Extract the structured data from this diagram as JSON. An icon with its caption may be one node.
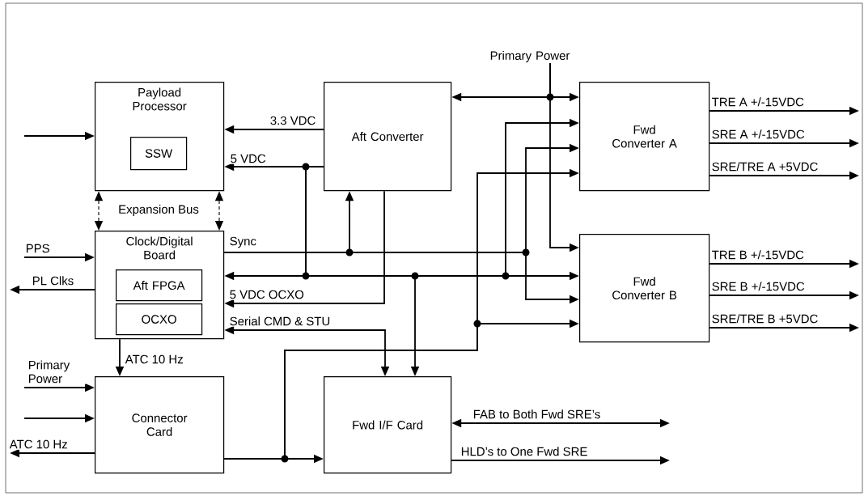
{
  "diagram": {
    "nodes": [
      {
        "text": [
          "Payload Processor"
        ]
      },
      {
        "text": [
          "SSW"
        ],
        "in": 0
      },
      {
        "text": [
          "Aft Converter"
        ]
      },
      {
        "text": [
          "Fwd Converter A"
        ]
      },
      {
        "text": [
          "Clock/Digital Board"
        ]
      },
      {
        "text": [
          "Aft FPGA"
        ],
        "in": 4
      },
      {
        "text": [
          "OCXO"
        ],
        "in": 4
      },
      {
        "text": [
          "Fwd Converter B"
        ]
      },
      {
        "text": [
          "Connector Card"
        ]
      },
      {
        "text": [
          "Fwd I/F Card"
        ]
      },
      {
        "text": [
          "Primary Power"
        ]
      }
    ],
    "edges": [
      {
        "from": null,
        "to": 0,
        "arrow": "to"
      },
      {
        "from": 0,
        "to": 4,
        "arrow": "both",
        "style": "dashed",
        "label": "Expansion Bus"
      },
      {
        "from": 0,
        "to": 4,
        "arrow": "both",
        "style": "dashed"
      },
      {
        "from": 2,
        "to": 0,
        "arrow": "to",
        "label": "3.3 VDC"
      },
      {
        "from": 2,
        "to": 0,
        "arrow": "to",
        "label": "5 VDC"
      },
      {
        "from": 2,
        "to": 4,
        "arrow": "to"
      },
      {
        "from": 2,
        "to": 3,
        "arrow": "to"
      },
      {
        "from": 2,
        "to": 7,
        "arrow": "to"
      },
      {
        "from": 2,
        "to": 9,
        "arrow": "to"
      },
      {
        "from": 10,
        "to": 2,
        "arrow": "to"
      },
      {
        "from": 10,
        "to": 3,
        "arrow": "to"
      },
      {
        "from": 10,
        "to": 7,
        "arrow": "to"
      },
      {
        "from": null,
        "to": 4,
        "arrow": "to",
        "label": "PPS"
      },
      {
        "from": 4,
        "to": null,
        "arrow": "to",
        "label": "PL Clks"
      },
      {
        "from": 4,
        "to": 2,
        "arrow": "to",
        "label": "Sync"
      },
      {
        "from": 4,
        "to": 3,
        "arrow": "to"
      },
      {
        "from": 4,
        "to": 7,
        "arrow": "to"
      },
      {
        "from": 2,
        "to": 4,
        "arrow": "to",
        "label": "5 VDC OCXO"
      },
      {
        "from": 4,
        "to": 9,
        "arrow": "both",
        "label": "Serial CMD & STU"
      },
      {
        "from": 4,
        "to": 8,
        "arrow": "to",
        "label": "ATC 10 Hz"
      },
      {
        "from": null,
        "to": 8,
        "arrow": "to",
        "label": "Primary Power"
      },
      {
        "from": null,
        "to": 8,
        "arrow": "to"
      },
      {
        "from": 8,
        "to": null,
        "arrow": "to",
        "label": "ATC 10 Hz"
      },
      {
        "from": 8,
        "to": 9,
        "arrow": "to"
      },
      {
        "from": 8,
        "to": 3,
        "arrow": "to"
      },
      {
        "from": 8,
        "to": 7,
        "arrow": "to"
      },
      {
        "from": 3,
        "to": null,
        "arrow": "to",
        "label": "TRE A +/-15VDC"
      },
      {
        "from": 3,
        "to": null,
        "arrow": "to",
        "label": "SRE A +/-15VDC"
      },
      {
        "from": 3,
        "to": null,
        "arrow": "to",
        "label": "SRE/TRE A +5VDC"
      },
      {
        "from": 7,
        "to": null,
        "arrow": "to",
        "label": "TRE B +/-15VDC"
      },
      {
        "from": 7,
        "to": null,
        "arrow": "to",
        "label": "SRE B +/-15VDC"
      },
      {
        "from": 7,
        "to": null,
        "arrow": "to",
        "label": "SRE/TRE B +5VDC"
      },
      {
        "from": 9,
        "to": null,
        "arrow": "both",
        "label": "FAB to Both Fwd SRE’s"
      },
      {
        "from": 9,
        "to": null,
        "arrow": "to",
        "label": "HLD’s to One Fwd SRE"
      }
    ]
  }
}
